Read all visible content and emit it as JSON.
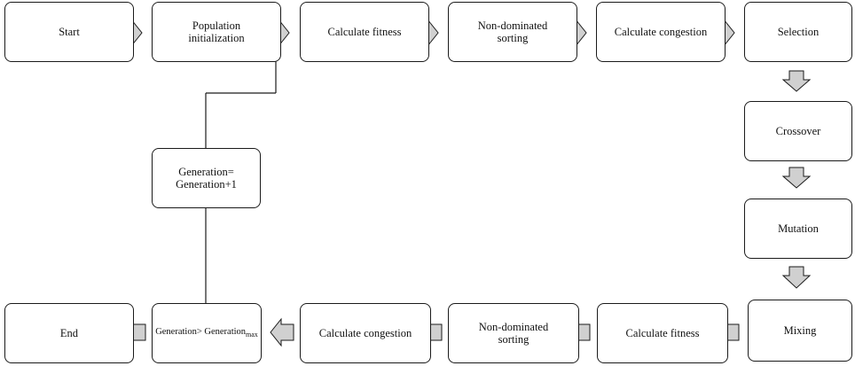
{
  "diagram": {
    "nodes": {
      "start": "Start",
      "population": [
        "Population",
        "initialization"
      ],
      "calc_fitness_top": "Calculate fitness",
      "nds_top": [
        "Non-dominated",
        "sorting"
      ],
      "calc_congestion_top": "Calculate congestion",
      "selection": "Selection",
      "crossover": "Crossover",
      "mutation": "Mutation",
      "mixing": "Mixing",
      "calc_fitness_bottom": "Calculate fitness",
      "nds_bottom": [
        "Non-dominated",
        "sorting"
      ],
      "calc_congestion_bottom": "Calculate congestion",
      "generation_check": {
        "prefix": "Generation> Generation",
        "subscript": "max"
      },
      "end": "End",
      "generation_increment": [
        "Generation=",
        "Generation+1"
      ]
    },
    "arrow_fill": "#d0d0d0",
    "border_color": "#1a1a1a"
  }
}
